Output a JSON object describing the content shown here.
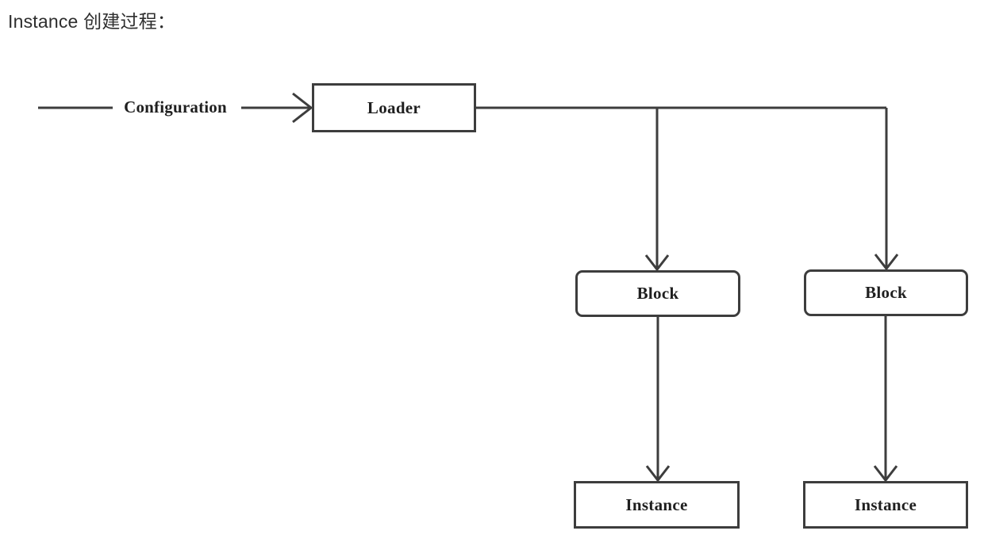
{
  "title": "Instance 创建过程：",
  "diagram": {
    "edge_label": "Configuration",
    "nodes": {
      "loader": "Loader",
      "block_left": "Block",
      "block_right": "Block",
      "instance_left": "Instance",
      "instance_right": "Instance"
    },
    "colors": {
      "stroke": "#3d3d3d",
      "text": "#1f1f1f",
      "title-color": "#2e2e2e",
      "background": "#ffffff"
    }
  }
}
